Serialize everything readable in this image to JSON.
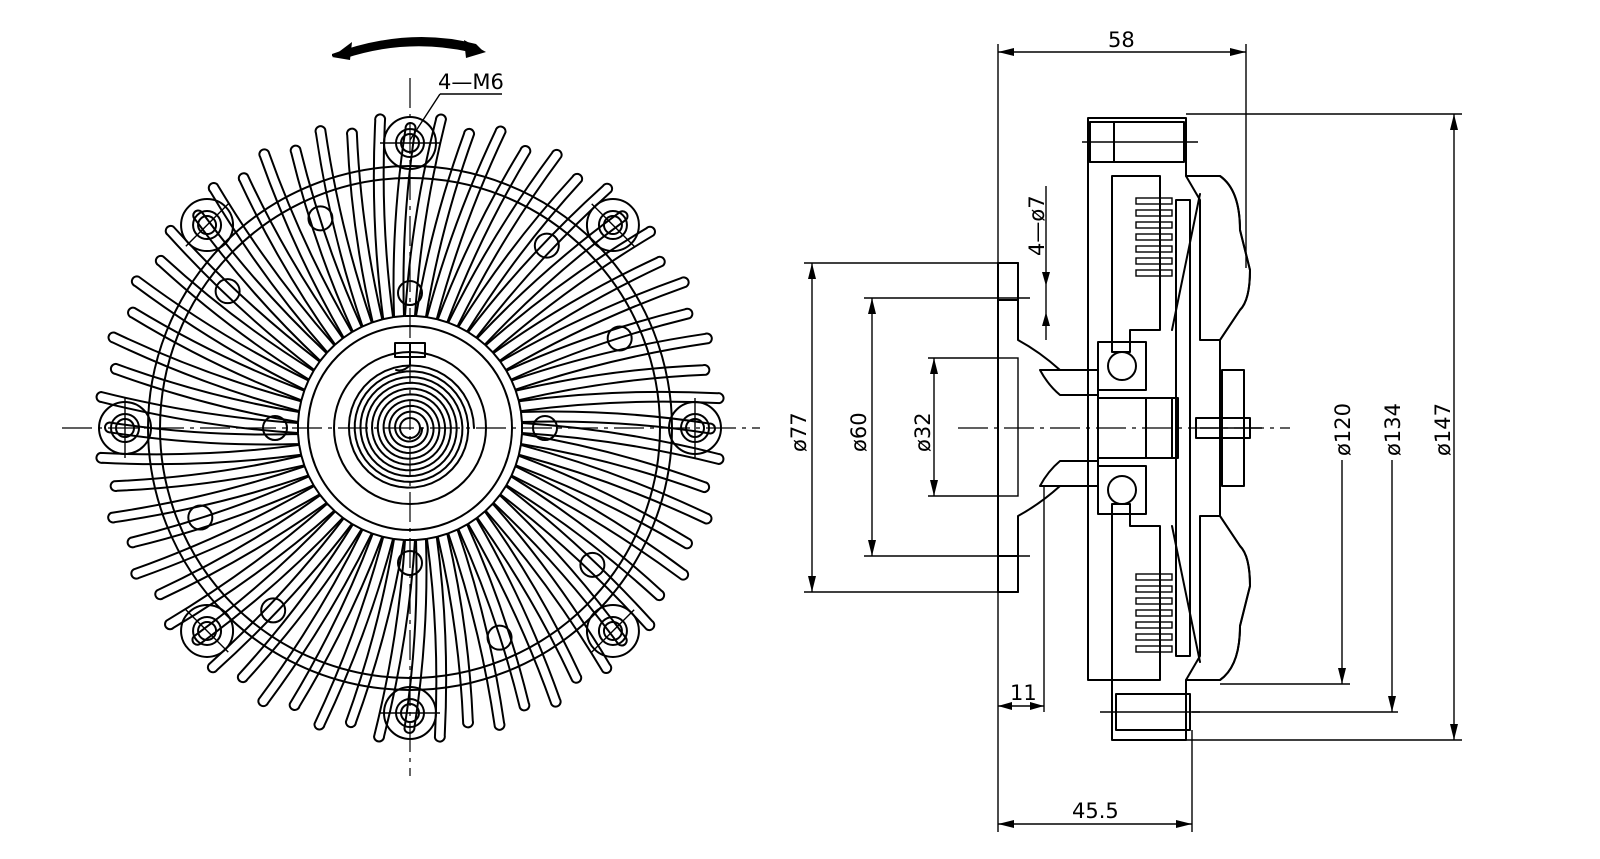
{
  "labels": {
    "bolt_spec": "4—M6",
    "hole_spec": "4—ø7",
    "width_overall": "58",
    "width_body": "45.5",
    "flange_thk": "11",
    "dia_77": "ø77",
    "dia_60": "ø60",
    "dia_32": "ø32",
    "dia_120": "ø120",
    "dia_134": "ø134",
    "dia_147": "ø147"
  },
  "colors": {
    "line": "#000000",
    "background": "#ffffff"
  },
  "icons": {
    "rotation": "rotation-arrow-icon"
  }
}
